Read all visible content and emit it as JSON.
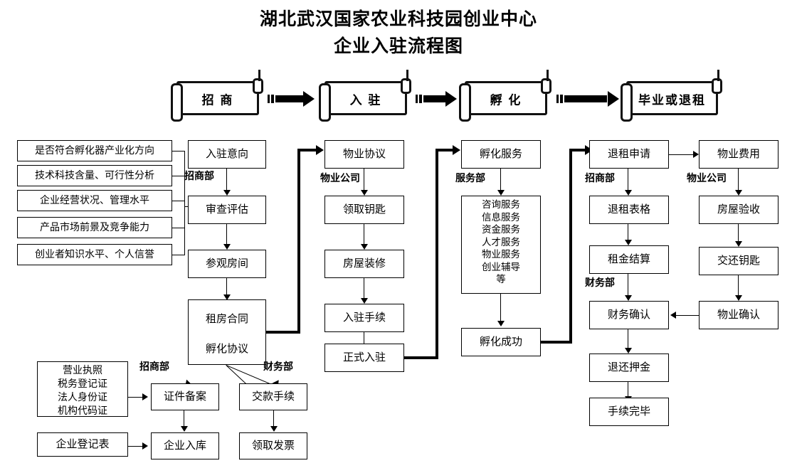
{
  "title": {
    "line1": "湖北武汉国家农业科技园创业中心",
    "line2": "企业入驻流程图"
  },
  "stages": [
    {
      "label": "招  商"
    },
    {
      "label": "入  驻"
    },
    {
      "label": "孵  化"
    },
    {
      "label": "毕业或退租"
    }
  ],
  "criteria": [
    {
      "label": "是否符合孵化器产业化方向"
    },
    {
      "label": "技术科技含量、可行性分析"
    },
    {
      "label": "企业经营状况、管理水平"
    },
    {
      "label": "产品市场前景及竞争能力"
    },
    {
      "label": "创业者知识水平、个人信誉"
    }
  ],
  "col_recruit": {
    "dept": "招商部",
    "steps": [
      {
        "label": "入驻意向"
      },
      {
        "label": "审查评估"
      },
      {
        "label": "参观房间"
      }
    ],
    "contract": {
      "line1": "租房合同",
      "line2": "孵化协议"
    }
  },
  "col_property": {
    "dept": "物业公司",
    "steps": [
      {
        "label": "物业协议"
      },
      {
        "label": "领取钥匙"
      },
      {
        "label": "房屋装修"
      },
      {
        "label": "入驻手续"
      },
      {
        "label": "正式入驻"
      }
    ]
  },
  "col_service": {
    "dept": "服务部",
    "head": {
      "label": "孵化服务"
    },
    "services": "咨询服务\n信息服务\n资金服务\n人才服务\n物业服务\n创业辅导\n等",
    "result": {
      "label": "孵化成功"
    }
  },
  "col_exit": {
    "dept_top": "招商部",
    "dept_mid": "财务部",
    "steps": [
      {
        "label": "退租申请"
      },
      {
        "label": "退租表格"
      },
      {
        "label": "租金结算"
      },
      {
        "label": "财务确认"
      },
      {
        "label": "退还押金"
      },
      {
        "label": "手续完毕"
      }
    ]
  },
  "col_handover": {
    "dept": "物业公司",
    "steps": [
      {
        "label": "物业费用"
      },
      {
        "label": "房屋验收"
      },
      {
        "label": "交还钥匙"
      },
      {
        "label": "物业确认"
      }
    ]
  },
  "bottom": {
    "documents": "营业执照\n税务登记证\n法人身份证\n机构代码证",
    "registration_form": "企业登记表",
    "dept_left": "招商部",
    "dept_right": "财务部",
    "filing": "证件备案",
    "enter_db": "企业入库",
    "payment": "交款手续",
    "invoice": "领取发票"
  }
}
